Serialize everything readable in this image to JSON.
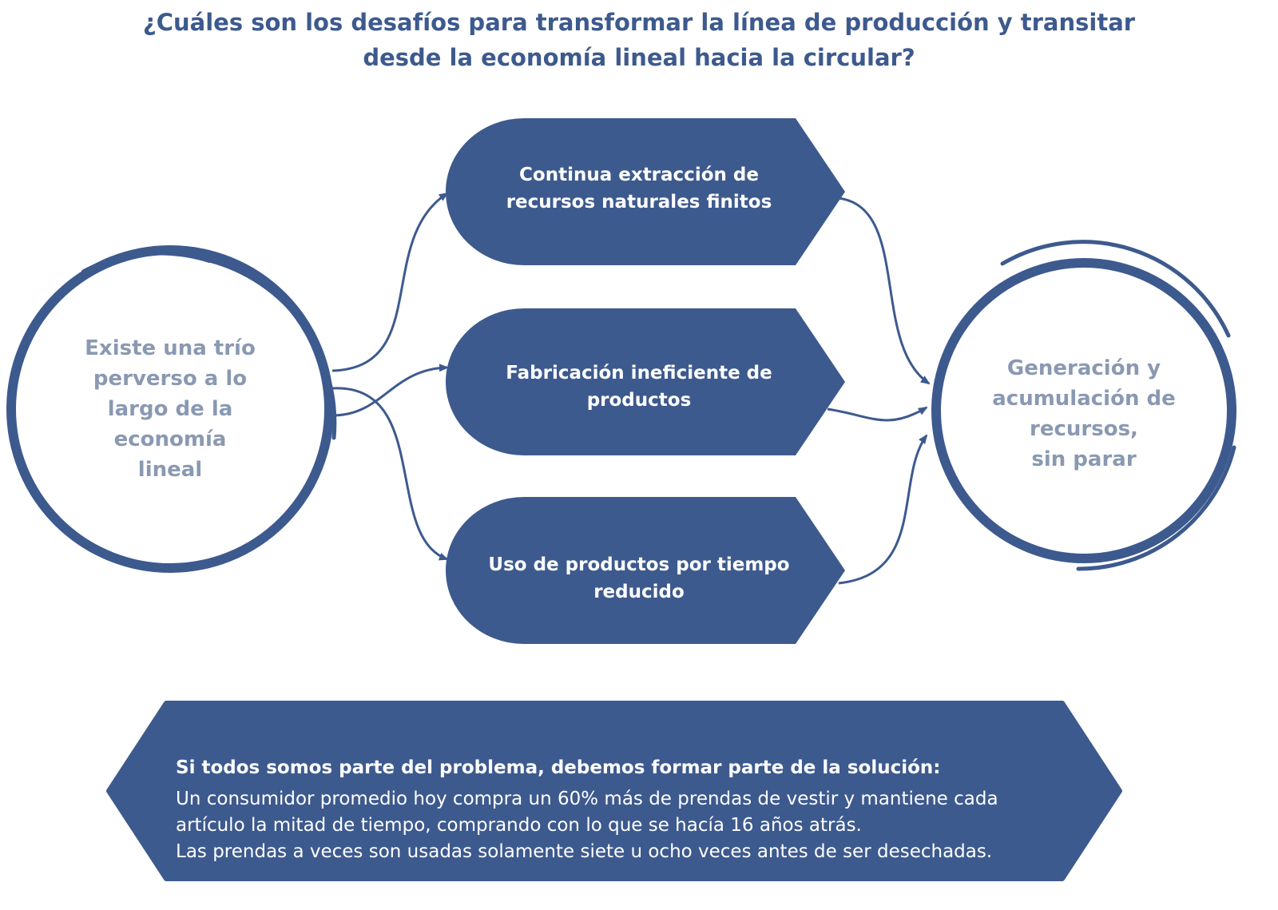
{
  "title": {
    "line1": "¿Cuáles son los desafíos para transformar la línea de producción y transitar",
    "line2": "desde la economía lineal hacia la circular?"
  },
  "left_circle": {
    "lines": [
      "Existe una trío",
      "perverso a lo",
      "largo de la",
      "economía",
      "lineal"
    ]
  },
  "right_circle": {
    "lines": [
      "Generación y",
      "acumulación de",
      "recursos,",
      "sin parar"
    ]
  },
  "boxes": [
    {
      "line1": "Continua extracción de",
      "line2": "recursos naturales finitos"
    },
    {
      "line1": "Fabricación ineficiente de",
      "line2": "productos"
    },
    {
      "line1": "Uso de productos por tiempo",
      "line2": "reducido"
    }
  ],
  "bottom": {
    "heading": "Si todos somos parte del problema, debemos formar parte de la solución:",
    "lines": [
      "Un consumidor promedio hoy compra un 60% más de prendas de vestir y mantiene cada",
      "artículo la mitad de tiempo, comprando con lo que se hacía 16 años atrás.",
      "Las prendas a veces son usadas solamente siete u ocho veces antes de ser desechadas."
    ]
  },
  "colors": {
    "primary": "#3d5a8e",
    "circle_text": "#8a99b2",
    "box_text": "#ffffff"
  }
}
